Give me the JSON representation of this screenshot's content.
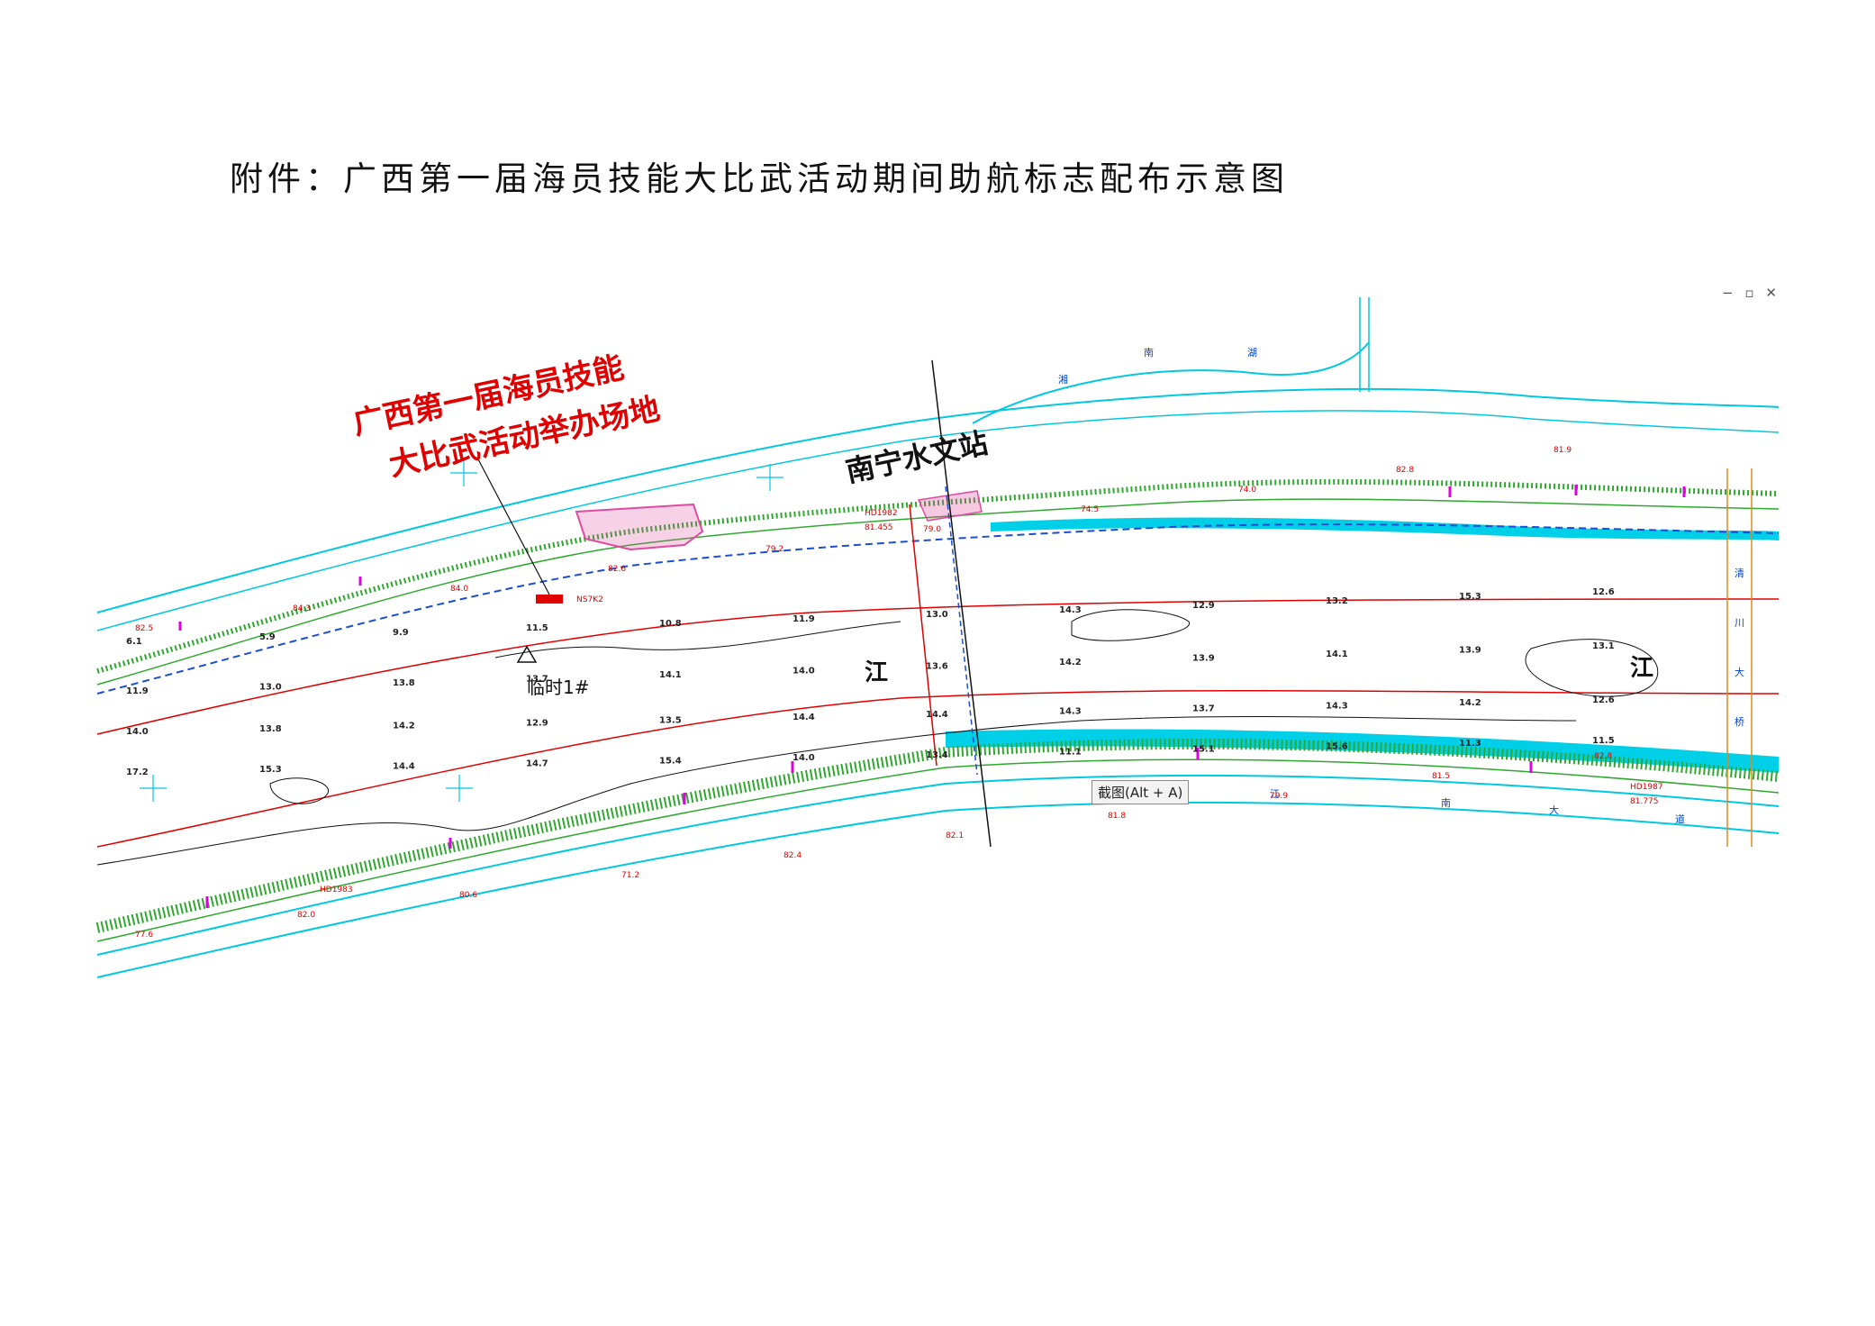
{
  "title": "附件：广西第一届海员技能大比武活动期间助航标志配布示意图",
  "venue_label": [
    "广西第一届海员技能",
    "大比武活动举办场地"
  ],
  "station_label": "南宁水文站",
  "temp_marker_label": "临时1#",
  "tooltip": "截图(Alt + A)",
  "window_controls": {
    "minimize": "−",
    "restore": "▫",
    "close": "✕"
  },
  "river_labels": {
    "jiang_1": "江",
    "jiang_2": "江",
    "nan": "南",
    "hu": "湖",
    "xiang": "湘"
  },
  "bridge_labels": [
    "清",
    "川",
    "大",
    "桥"
  ],
  "road_labels": [
    "江",
    "南",
    "大",
    "道"
  ],
  "colors": {
    "bank": "#00c8e0",
    "deep_channel": "#00cfe8",
    "embankment": "#2ea82e",
    "red_line": "#e00000",
    "magenta": "#e000e0",
    "dashed_blue": "#1b4fd0",
    "venue_fill": "#e04aa0"
  },
  "depths_row1": [
    "6.1",
    "5.9",
    "9.9",
    "11.5",
    "10.8",
    "11.9",
    "13.0",
    "14.3",
    "12.9",
    "13.2",
    "15.3",
    "12.6"
  ],
  "depths_row2": [
    "11.9",
    "13.0",
    "13.8",
    "13.7",
    "14.1",
    "14.0",
    "13.6",
    "14.2",
    "13.9",
    "14.1",
    "13.9",
    "13.1"
  ],
  "depths_row3": [
    "14.0",
    "13.8",
    "14.2",
    "12.9",
    "13.5",
    "14.4",
    "14.4",
    "14.3",
    "13.7",
    "14.3",
    "14.2",
    "12.6"
  ],
  "depths_row4": [
    "17.2",
    "15.3",
    "14.4",
    "14.7",
    "15.4",
    "14.0",
    "13.4",
    "11.1",
    "15.1",
    "15.6",
    "11.3",
    "11.5"
  ],
  "elevations": [
    "82.5",
    "84.3",
    "84.0",
    "82.6",
    "79.2",
    "79.0",
    "74.5",
    "74.0",
    "82.8",
    "81.9",
    "77.6",
    "82.0",
    "80.6",
    "71.2",
    "82.4",
    "82.1",
    "81.8",
    "79.9",
    "81.5",
    "82.8"
  ],
  "buoy_labels": [
    "HD1982",
    "NS7K2",
    "HD1983",
    "HD1987",
    "81.775",
    "81.455"
  ]
}
